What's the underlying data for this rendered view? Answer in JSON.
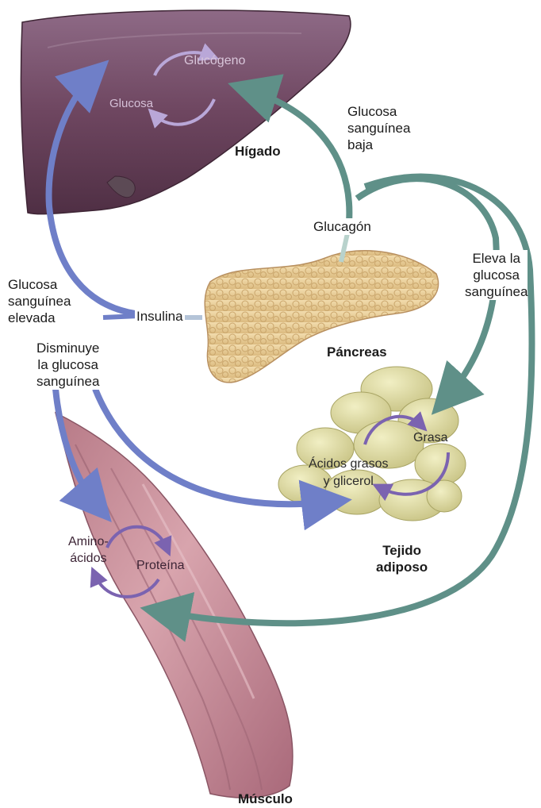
{
  "labels": {
    "liver_title": "Hígado",
    "liver_glucogen": "Glucógeno",
    "liver_glucose": "Glucosa",
    "low_glucose": "Glucosa\nsanguínea\nbaja",
    "glucagon": "Glucagón",
    "raise_glucose": "Eleva la\nglucosa\nsanguínea",
    "high_glucose": "Glucosa\nsanguínea\nelevada",
    "insulin": "Insulina",
    "lower_glucose": "Disminuye\nla glucosa\nsanguínea",
    "pancreas_title": "Páncreas",
    "fat_grasa": "Grasa",
    "fat_acids": "Ácidos grasos\ny glicerol",
    "adipose_title": "Tejido\nadiposo",
    "amino": "Amino-\nácidos",
    "protein": "Proteína",
    "muscle_title": "Músculo"
  },
  "colors": {
    "insulin_arrow": "#6f7fc8",
    "glucagon_arrow": "#5f9088",
    "cycle_arrow": "#7b63b0",
    "liver": "#7a4f6a",
    "pancreas": "#e6c98e",
    "adipose": "#d6d39a",
    "muscle": "#c48b98"
  }
}
